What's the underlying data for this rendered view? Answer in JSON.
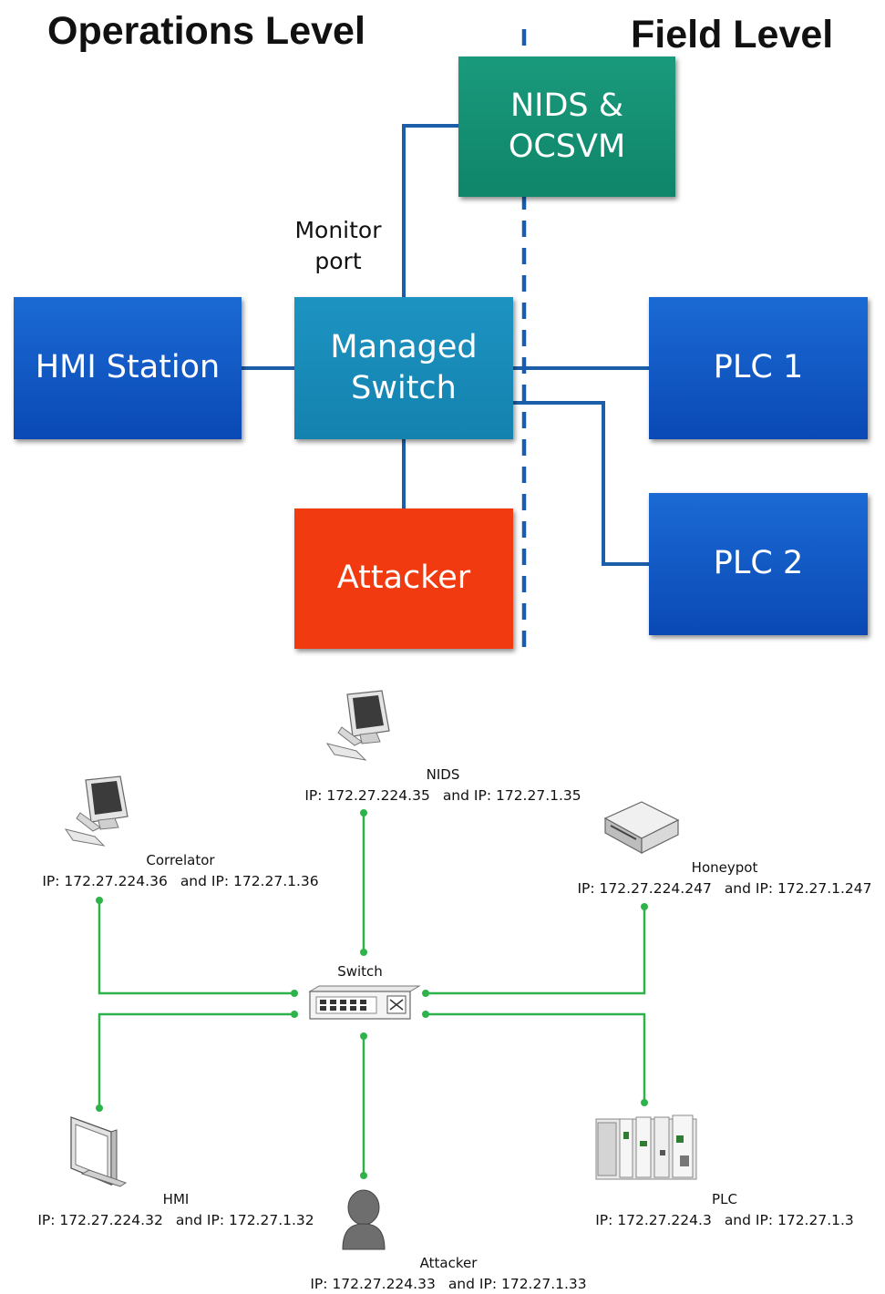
{
  "top_diagram": {
    "headings": {
      "operations": "Operations Level",
      "field": "Field Level"
    },
    "nids_box": {
      "line1": "NIDS &",
      "line2": "OCSVM"
    },
    "monitor_port": {
      "line1": "Monitor",
      "line2": "port"
    },
    "switch_box": {
      "line1": "Managed",
      "line2": "Switch"
    },
    "hmi_box": "HMI Station",
    "plc1_box": "PLC 1",
    "plc2_box": "PLC 2",
    "attacker_box": "Attacker"
  },
  "network": {
    "switch": "Switch",
    "nids": {
      "name": "NIDS",
      "ip1": "IP: 172.27.224.35",
      "ip2": "and IP: 172.27.1.35"
    },
    "correlator": {
      "name": "Correlator",
      "ip1": "IP: 172.27.224.36",
      "ip2": "and IP: 172.27.1.36"
    },
    "honeypot": {
      "name": "Honeypot",
      "ip1": "IP: 172.27.224.247",
      "ip2": "and IP: 172.27.1.247"
    },
    "hmi": {
      "name": "HMI",
      "ip1": "IP: 172.27.224.32",
      "ip2": "and IP: 172.27.1.32"
    },
    "plc": {
      "name": "PLC",
      "ip1": "IP: 172.27.224.3",
      "ip2": "and IP: 172.27.1.3"
    },
    "attacker": {
      "name": "Attacker",
      "ip1": "IP: 172.27.224.33",
      "ip2": "and IP: 172.27.1.33"
    }
  },
  "colors": {
    "box_blue": "#0a49b5",
    "nids_green": "#0f8569",
    "switch_teal": "#1482ae",
    "attacker_red": "#f23a10",
    "connector_blue": "#1c5fa8",
    "divider_blue": "#1a5cb0",
    "network_line_green": "#2eb34a"
  }
}
